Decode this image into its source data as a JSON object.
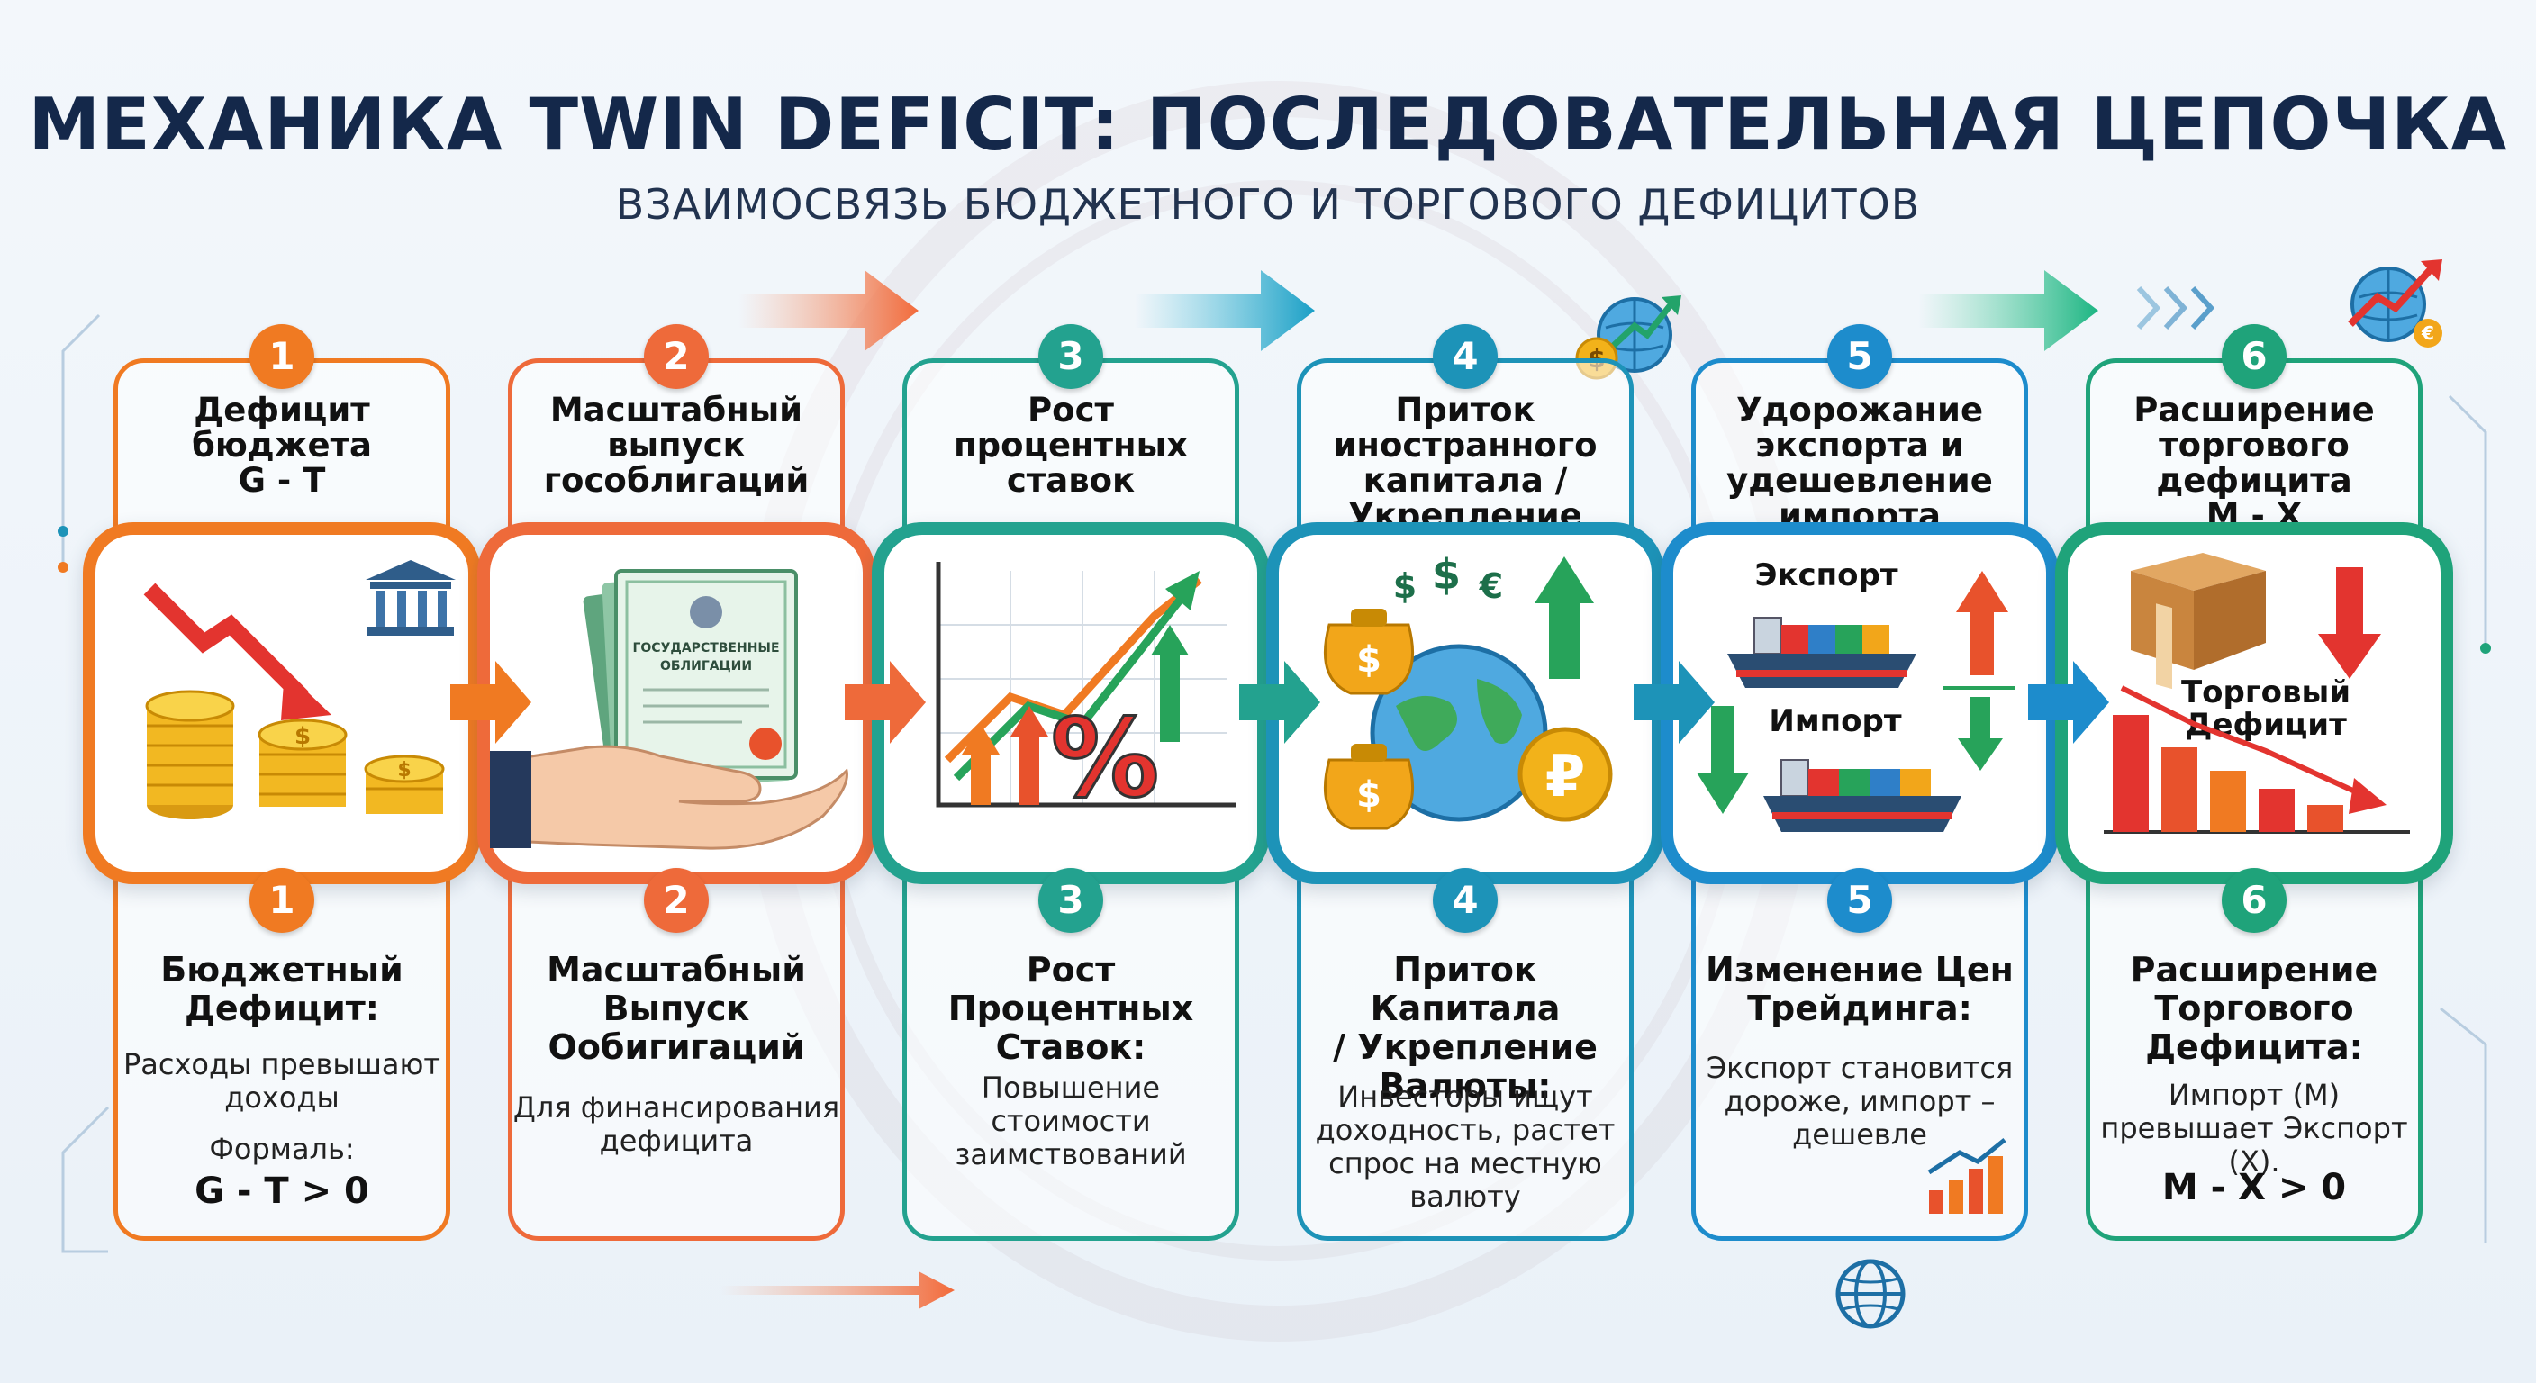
{
  "title": "МЕХАНИКА TWIN DEFICIT: ПОСЛЕДОВАТЕЛЬНАЯ ЦЕПОЧКА",
  "subtitle": "ВЗАИМОСВЯЗЬ БЮДЖЕТНОГО И ТОРГОВОГО ДЕФИЦИТОВ",
  "colors": {
    "step1": "#f07a22",
    "step2": "#ee6a3a",
    "step3": "#23a28f",
    "step4": "#1d93b8",
    "step5": "#1d8ccc",
    "step6": "#1fa37a"
  },
  "steps": [
    {
      "num": "1",
      "head": [
        "Дефицит",
        "бюджета",
        "G - T"
      ],
      "title": [
        "Бюджетный",
        "Дефицит:"
      ],
      "desc": [
        "Расходы превышают",
        "доходы"
      ],
      "formula_label": "Формаль:",
      "formula": "G - T > 0"
    },
    {
      "num": "2",
      "head": [
        "Масштабный",
        "выпуск",
        "гособлигаций"
      ],
      "title": [
        "Масштабный",
        "Выпуск",
        "Ообигигаций"
      ],
      "desc": [
        "Для финансирования",
        "дефицита"
      ],
      "bond_text": [
        "ГОСУДАРСТВЕННЫЕ",
        "ОБЛИГАЦИИ"
      ]
    },
    {
      "num": "3",
      "head": [
        "Рост",
        "процентных",
        "ставок"
      ],
      "title": [
        "Рост",
        "Процентных",
        "Ставок:"
      ],
      "desc": [
        "Повышение",
        "стоимости",
        "заимствований"
      ],
      "symbol": "%"
    },
    {
      "num": "4",
      "head": [
        "Приток",
        "иностранного",
        "капитала /",
        "Укрепление"
      ],
      "title": [
        "Приток Капитала",
        "/ Укрепление",
        "Валюты:"
      ],
      "desc": [
        "Инвесторы ищут",
        "доходность, растет",
        "спрос на местную",
        "валюту"
      ],
      "currency": [
        "$",
        "$",
        "€",
        "₽",
        "$",
        "$"
      ]
    },
    {
      "num": "5",
      "head": [
        "Удорожание",
        "экспорта и",
        "удешевление",
        "импорта"
      ],
      "title": [
        "Изменение Цен",
        "Трейдинга:"
      ],
      "desc": [
        "Экспорт становится",
        "дороже, импорт –",
        "дешевле"
      ],
      "export_label": "Экспорт",
      "import_label": "Импорт"
    },
    {
      "num": "6",
      "head": [
        "Расширение",
        "торгового",
        "дефицита",
        "M - X"
      ],
      "title": [
        "Расширение",
        "Торгового",
        "Дефицита:"
      ],
      "desc": [
        "Импорт (M)",
        "превышает Экспорт (X)."
      ],
      "formula": "M - X > 0",
      "deficit_label": [
        "Торговый",
        "Дефицит"
      ],
      "euro": "€"
    }
  ]
}
